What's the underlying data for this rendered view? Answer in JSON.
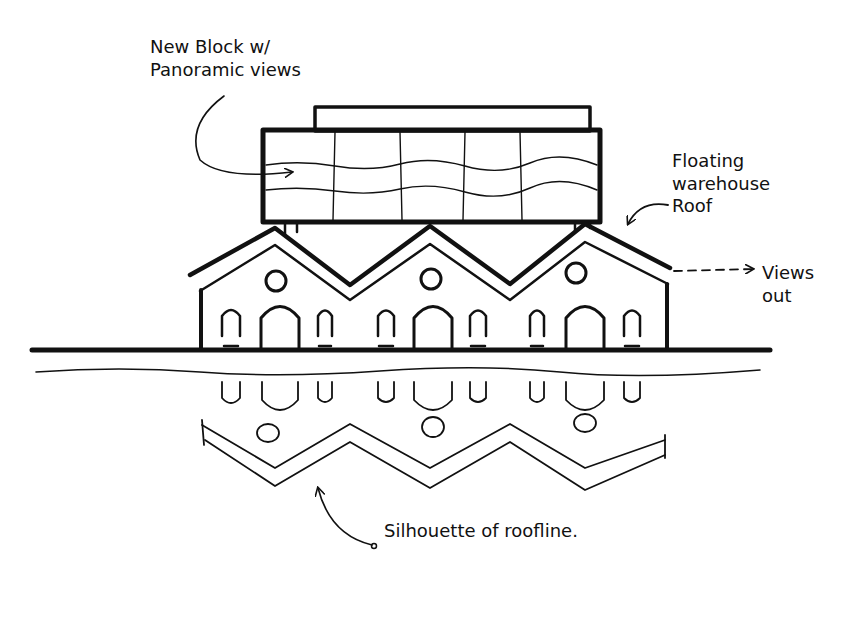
{
  "diagram": {
    "labels": [
      "New Block w/ Panoramic views",
      "Floating warehouse Roof",
      "Views out",
      "Silhouette of roofline."
    ]
  }
}
